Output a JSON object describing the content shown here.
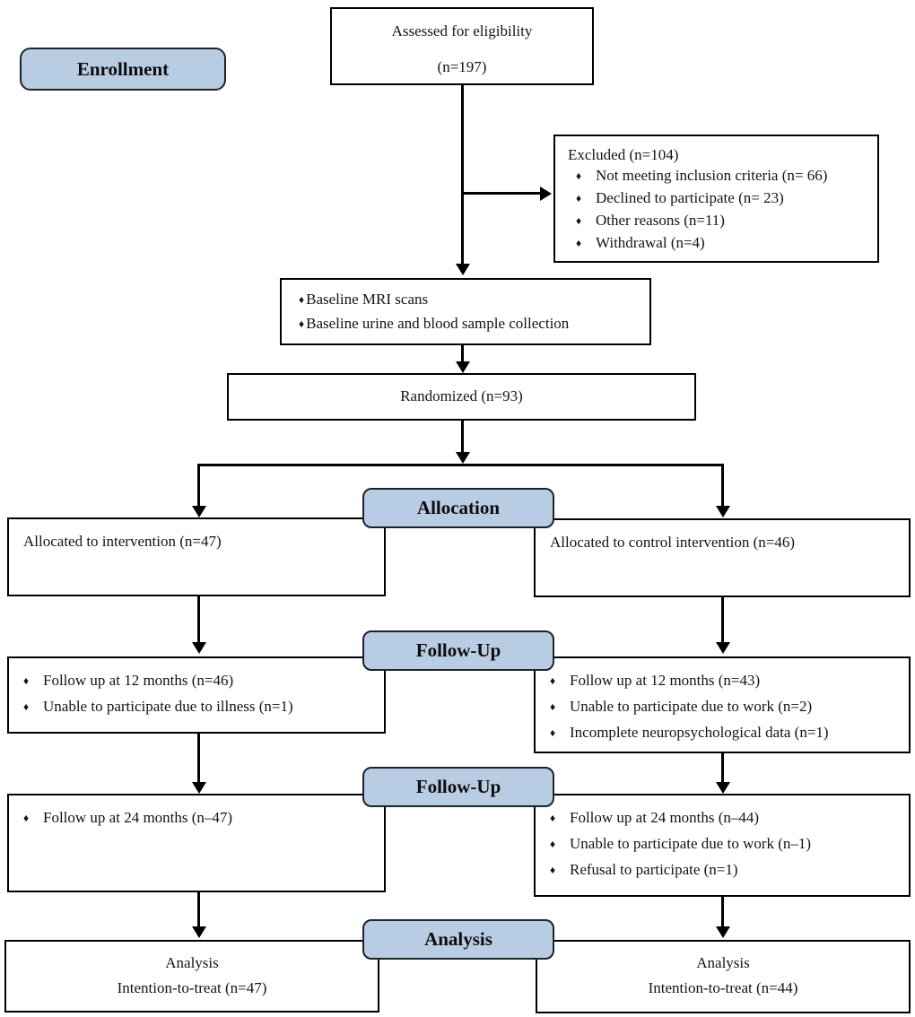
{
  "diagram": {
    "bullet": "♦",
    "stages": {
      "enrollment": "Enrollment",
      "allocation": "Allocation",
      "followup1": "Follow-Up",
      "followup2": "Follow-Up",
      "analysis": "Analysis"
    },
    "assessed": {
      "line1": "Assessed for eligibility",
      "line2": "(n=197)"
    },
    "excluded": {
      "title": "Excluded (n=104)",
      "items": [
        "Not meeting inclusion criteria (n= 66)",
        "Declined to participate (n= 23)",
        "Other reasons (n=11)",
        "Withdrawal (n=4)"
      ]
    },
    "baseline": {
      "items": [
        "Baseline MRI scans",
        "Baseline urine and blood sample collection"
      ]
    },
    "randomized": "Randomized (n=93)",
    "allocation_left": "Allocated to intervention (n=47)",
    "allocation_right": "Allocated to control intervention (n=46)",
    "followup12_left": {
      "items": [
        "Follow up at 12 months (n=46)",
        "Unable to participate due to illness (n=1)"
      ]
    },
    "followup12_right": {
      "items": [
        "Follow up at 12 months (n=43)",
        "Unable to participate due to work (n=2)",
        "Incomplete neuropsychological data (n=1)"
      ]
    },
    "followup24_left": {
      "items": [
        "Follow up at 24 months (n–47)"
      ]
    },
    "followup24_right": {
      "items": [
        "Follow up at 24 months (n–44)",
        "Unable to participate due to work (n–1)",
        "Refusal to participate (n=1)"
      ]
    },
    "analysis_left": {
      "line1": "Analysis",
      "line2": "Intention-to-treat (n=47)"
    },
    "analysis_right": {
      "line1": "Analysis",
      "line2": "Intention-to-treat (n=44)"
    },
    "colors": {
      "stage_fill": "#b8cce4",
      "stage_border": "#1c232d",
      "line": "#000000",
      "background": "#ffffff"
    }
  }
}
